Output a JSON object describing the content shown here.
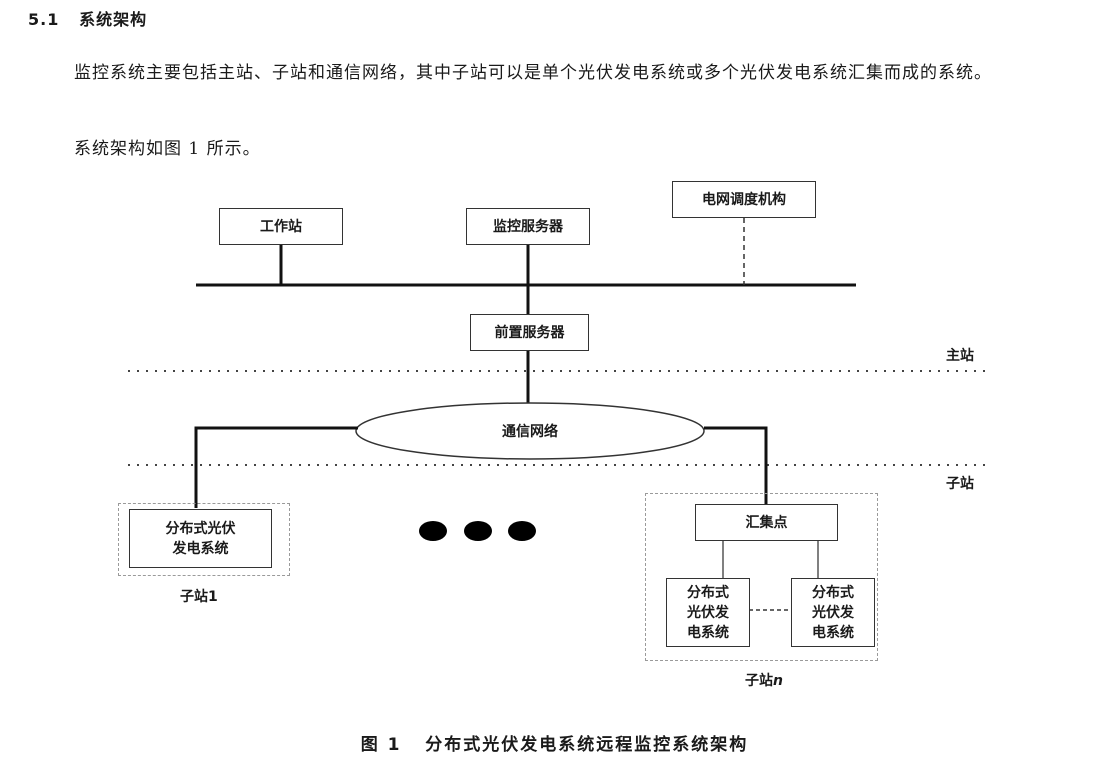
{
  "section": {
    "number": "5.1",
    "title": "系统架构"
  },
  "paragraphs": [
    "监控系统主要包括主站、子站和通信网络，其中子站可以是单个光伏发电系统或多个光伏发电系统汇集而成的系统。",
    "系统架构如图 1 所示。"
  ],
  "diagram": {
    "nodes": {
      "workstation": "工作站",
      "monitoring_server": "监控服务器",
      "grid_dispatch": "电网调度机构",
      "front_server": "前置服务器",
      "comm_network": "通信网络",
      "substation1_system": "分布式光伏\n发电系统",
      "aggregation_point": "汇集点",
      "pv_system_left": "分布式\n光伏发\n电系统",
      "pv_system_right": "分布式\n光伏发\n电系统"
    },
    "zone_labels": {
      "master": "主站",
      "sub": "子站"
    },
    "substation_labels": {
      "sub1": "子站1",
      "subn_prefix": "子站",
      "subn_suffix": "n"
    }
  },
  "caption": {
    "label": "图 1",
    "text": "分布式光伏发电系统远程监控系统架构"
  }
}
